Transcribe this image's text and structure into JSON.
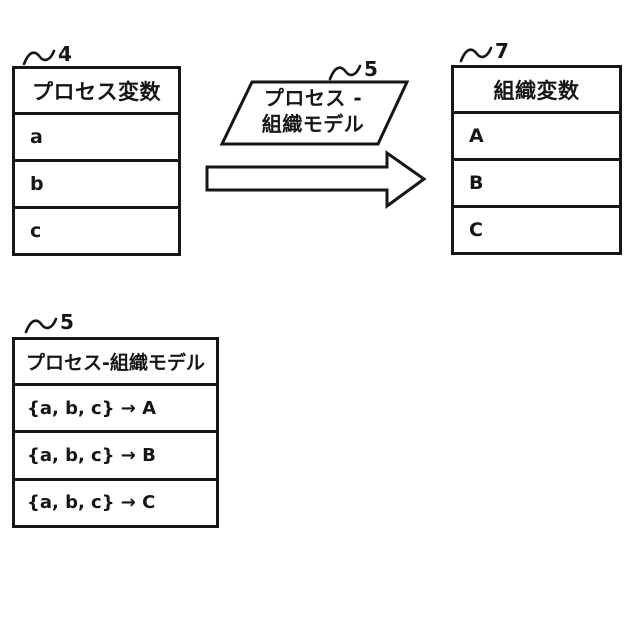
{
  "figure": {
    "background": "#ffffff",
    "line_color": "#161616"
  },
  "refs": {
    "process_table": {
      "label": "4"
    },
    "model_shape": {
      "label": "5"
    },
    "org_table": {
      "label": "7"
    },
    "model_table": {
      "label": "5"
    }
  },
  "process_table": {
    "header": "プロセス変数",
    "rows": [
      "a",
      "b",
      "c"
    ]
  },
  "model_shape": {
    "line1": "プロセス -",
    "line2": "組織モデル"
  },
  "org_table": {
    "header": "組織変数",
    "rows": [
      "A",
      "B",
      "C"
    ]
  },
  "model_table": {
    "header": "プロセス-組織モデル",
    "rows": [
      "{a, b, c} → A",
      "{a, b, c} → B",
      "{a, b, c} → C"
    ]
  }
}
